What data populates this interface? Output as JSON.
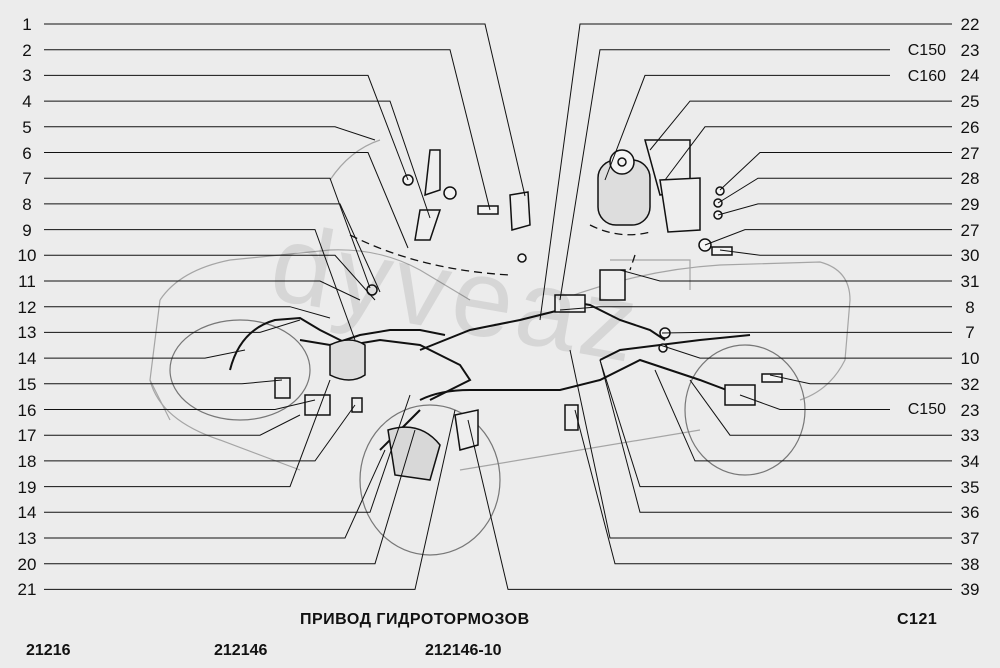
{
  "left_labels": [
    "1",
    "2",
    "3",
    "4",
    "5",
    "6",
    "7",
    "8",
    "9",
    "10",
    "11",
    "12",
    "13",
    "14",
    "15",
    "16",
    "17",
    "18",
    "19",
    "14",
    "13",
    "20",
    "21"
  ],
  "right_labels": [
    "22",
    "23",
    "24",
    "25",
    "26",
    "27",
    "28",
    "29",
    "27",
    "30",
    "31",
    "8",
    "7",
    "10",
    "32",
    "23",
    "33",
    "34",
    "35",
    "36",
    "37",
    "38",
    "39"
  ],
  "right_codes": {
    "row1": "C150",
    "row2": "C160",
    "row15": "C150"
  },
  "watermark": "dyveaz",
  "title": "ПРИВОД ГИДРОТОРМОЗОВ",
  "page_code": "C121",
  "models": [
    "21216",
    "212146",
    "212146-10"
  ]
}
